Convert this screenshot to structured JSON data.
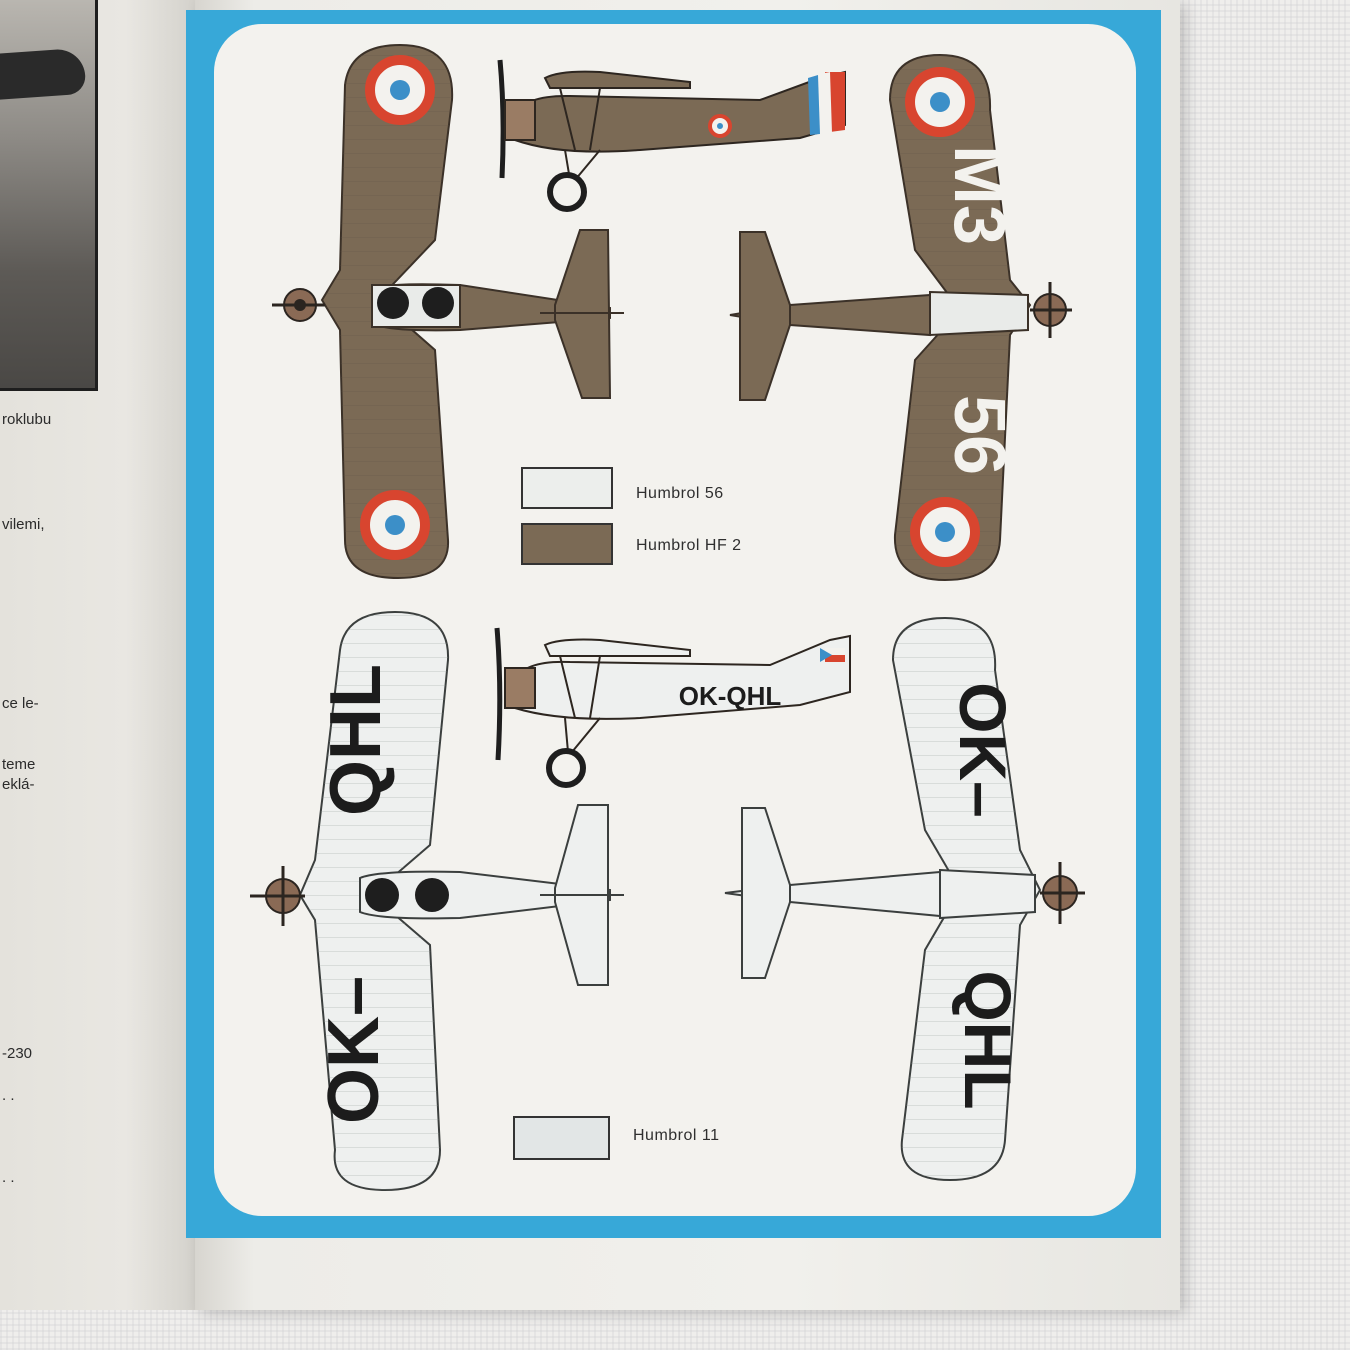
{
  "left_page": {
    "fragments": [
      "roklubu",
      "vilemi,",
      "ce le-",
      "teme\neklá-",
      "-230",
      ". .",
      ". ."
    ]
  },
  "colors": {
    "frame_blue": "#37a8d8",
    "camouflage_brown": "#7b6a55",
    "civil_white": "#eef0ef",
    "roundel_red": "#d8452f",
    "roundel_blue": "#3c8fc8"
  },
  "military": {
    "legend": [
      {
        "label": "Humbrol 56",
        "color": "#eceeec"
      },
      {
        "label": "Humbrol HF 2",
        "color": "#7b6a55"
      }
    ],
    "wing_code": "M3 - 56"
  },
  "civil": {
    "registration": "OK-QHL",
    "wing_text_top": "QHL",
    "wing_text_bottom": "OK–",
    "legend": [
      {
        "label": "Humbrol 11",
        "color": "#e2e6e6"
      }
    ]
  }
}
